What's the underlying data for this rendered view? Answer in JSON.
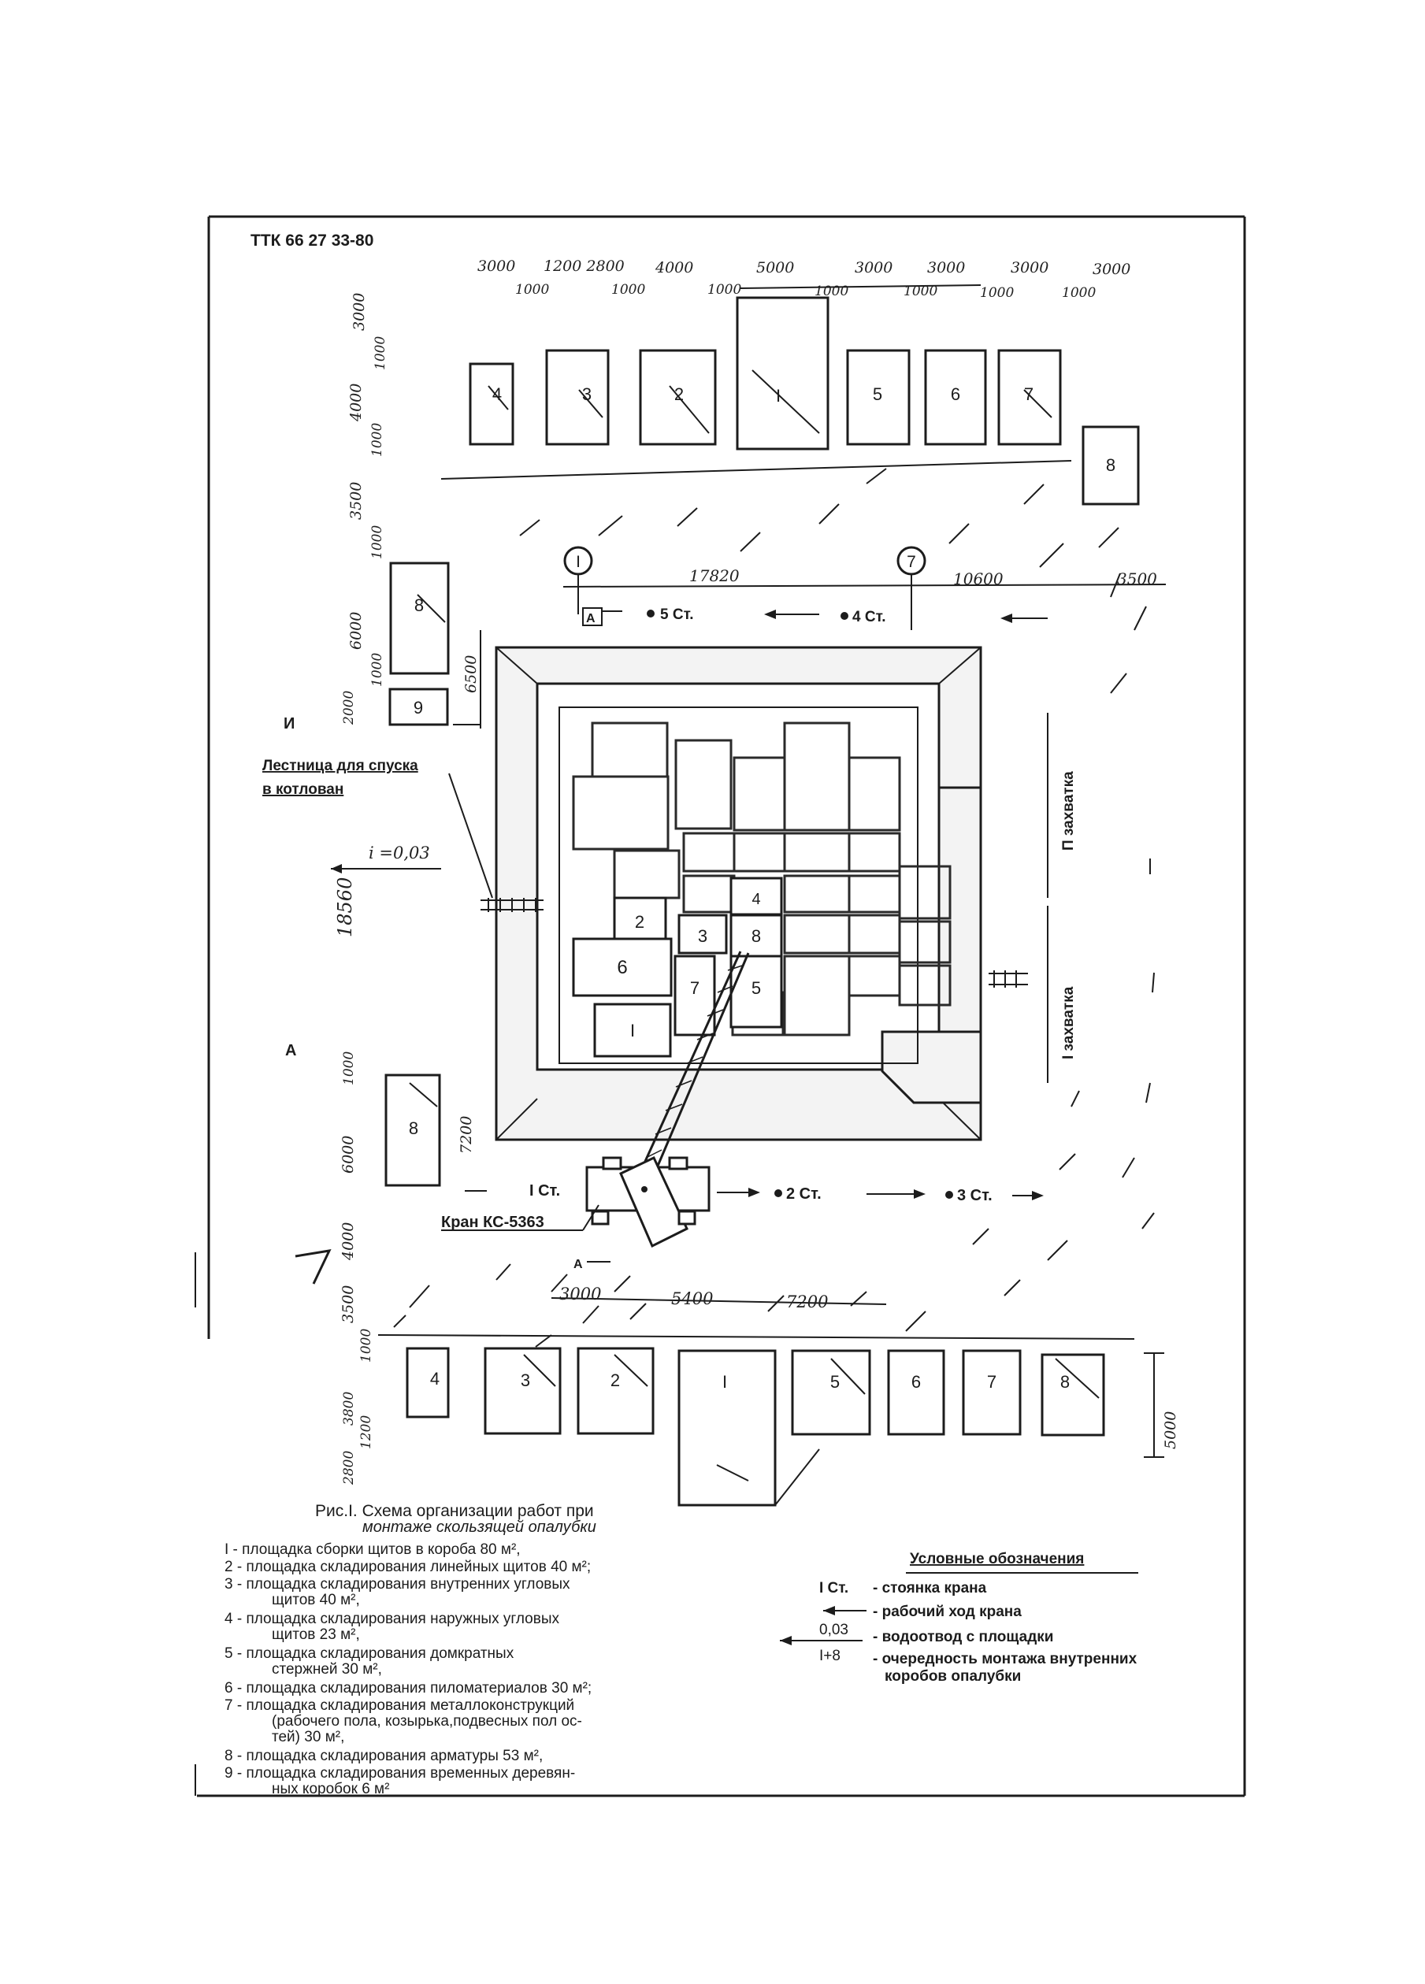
{
  "header": {
    "code": "ТТК 66 27 33-80"
  },
  "top_dims_upper": [
    "3000",
    "1200 2800",
    "4000",
    "5000",
    "3000",
    "3000",
    "3000",
    "3000"
  ],
  "top_dims_lower": [
    "1000",
    "1000",
    "1000",
    "1000",
    "1000",
    "1000",
    "1000"
  ],
  "left_dims_top": [
    "3000",
    "1000",
    "4000",
    "1000",
    "3500",
    "1000",
    "6000",
    "1000",
    "2000"
  ],
  "left_dims_bottom": [
    "1000",
    "6000",
    "4000",
    "3500",
    "1000",
    "3800",
    "1200",
    "2800"
  ],
  "right_dim": "5000",
  "axes": {
    "axis_1": "I",
    "axis_7": "7",
    "dim_1": "17820",
    "dim_2": "10600",
    "dim_3": "3500",
    "dim_pit": "6500",
    "dim_height": "18560",
    "dim_crane": "7200"
  },
  "bottom_dims": [
    "3000",
    "5400",
    "7200"
  ],
  "stations": {
    "st1": "I Ст.",
    "st2": "2 Ст.",
    "st3": "3 Ст.",
    "st4": "4 Ст.",
    "st5": "5 Ст."
  },
  "section_marks": {
    "a_top": "А",
    "a_bottom": "А",
    "left_i": "И",
    "left_a": "А"
  },
  "labels": {
    "ladder_line1": "Лестница для спуска",
    "ladder_line2": "в котлован",
    "slope": "i =0,03",
    "zone_2": "П захватка",
    "zone_1": "I захватка",
    "crane": "Кран КС-5363"
  },
  "pads_top": [
    "4",
    "3",
    "2",
    "I",
    "5",
    "6",
    "7",
    "8"
  ],
  "pads_left": [
    "8",
    "9",
    "8"
  ],
  "pads_bottom": [
    "4",
    "3",
    "2",
    "I",
    "5",
    "6",
    "7",
    "8"
  ],
  "boxes": [
    "2",
    "3",
    "4",
    "8",
    "6",
    "7",
    "5",
    "I"
  ],
  "caption": {
    "line1": "Рис.I. Схема организации работ при",
    "line2": "монтаже скользящей опалубки"
  },
  "legend_list": [
    "I - площадка сборки щитов в короба 80 м², ",
    "2 - площадка складирования линейных щитов 40 м²;",
    "3 - площадка складирования внутренних угловых",
    "щитов 40 м²,",
    "4 - площадка складирования наружных угловых",
    "щитов 23 м²,",
    "5 - площадка складирования домкратных",
    "стержней 30 м²,",
    "6 - площадка складирования пиломатериалов 30 м²;",
    "7 - площадка складирования металлоконструкций",
    "(рабочего пола, козырька,подвесных пол ос-",
    "тей) 30 м²,",
    "8 - площадка складирования арматуры 53 м²,",
    "9 - площадка складирования временных деревян-",
    "ных коробок 6 м²"
  ],
  "legend": {
    "title": "Условные обозначения",
    "item1_symbol": "I Ст.",
    "item1_text": "- стоянка крана",
    "item2_text": "- рабочий ход крана",
    "item3_symbol": "0,03",
    "item3_text": "- водоотвод с площадки",
    "item4_symbol": "I+8",
    "item4_text_1": "- очередность монтажа внутренних",
    "item4_text_2": "коробов опалубки"
  }
}
